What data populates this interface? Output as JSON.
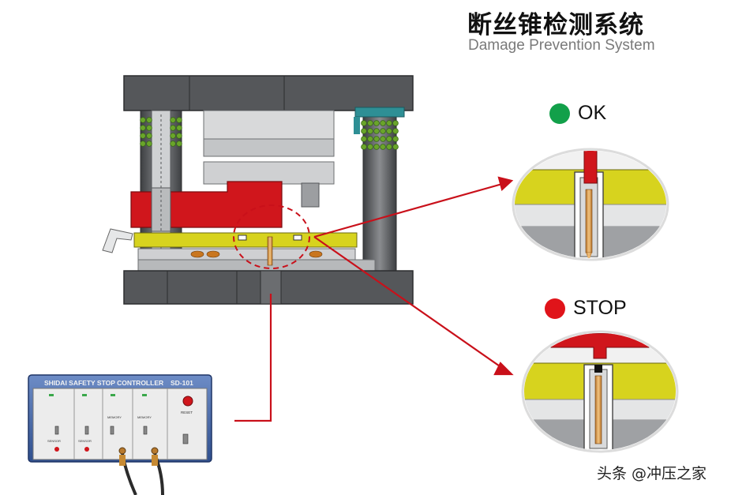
{
  "header": {
    "title_cn": "断丝锥检测系统",
    "title_en": "Damage Prevention System"
  },
  "states": {
    "ok_label": "OK",
    "stop_label": "STOP",
    "ok_color": "#12a04a",
    "stop_color": "#e0141a"
  },
  "controller": {
    "brand": "SHIDAI SAFETY STOP CONTROLLER",
    "model": "SD-101",
    "reset_label": "RESET",
    "channel_labels": [
      "SENSOR",
      "SENSOR",
      "MEMORY",
      "MEMORY"
    ]
  },
  "colors": {
    "die_gray": "#5b5d60",
    "die_light": "#d9dadb",
    "punch_red": "#d0161c",
    "plate_yellow": "#d7d31e",
    "spring_green": "#6aa52a",
    "pillar_teal": "#2e8f95",
    "arrow_red": "#c9101a"
  },
  "watermark": "头条 @冲压之家"
}
